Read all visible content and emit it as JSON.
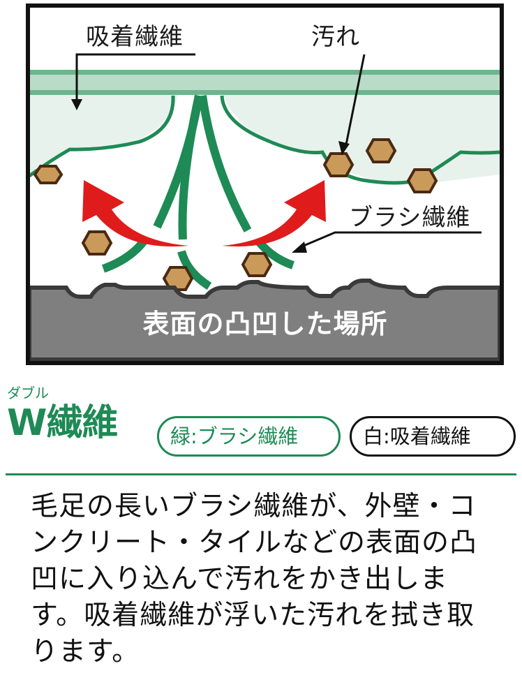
{
  "diagram": {
    "labels": {
      "absorbent_fiber": "吸着繊維",
      "dirt": "汚れ",
      "brush_fiber": "ブラシ繊維",
      "surface": "表面の凸凹した場所"
    },
    "colors": {
      "frame": "#111111",
      "absorbent_band": "#b9dcc8",
      "absorbent_band_edge": "#6db58d",
      "absorbent_fill": "#e8f2ec",
      "brush_fiber": "#1e8a55",
      "arrow_red": "#e01b1b",
      "dirt_fill": "#c99a5a",
      "dirt_outline": "#4a2a12",
      "surface": "#7f7f7f",
      "surface_edge": "#3a3a3a"
    }
  },
  "legend": {
    "ruby": "ダブル",
    "title": "W繊維",
    "green_pill": "緑:ブラシ繊維",
    "white_pill": "白:吸着繊維"
  },
  "description": {
    "text": "毛足の長いブラシ繊維が、外壁・コンクリート・タイルなどの表面の凸凹に入り込んで汚れをかき出します。吸着繊維が浮いた汚れを拭き取ります。"
  }
}
